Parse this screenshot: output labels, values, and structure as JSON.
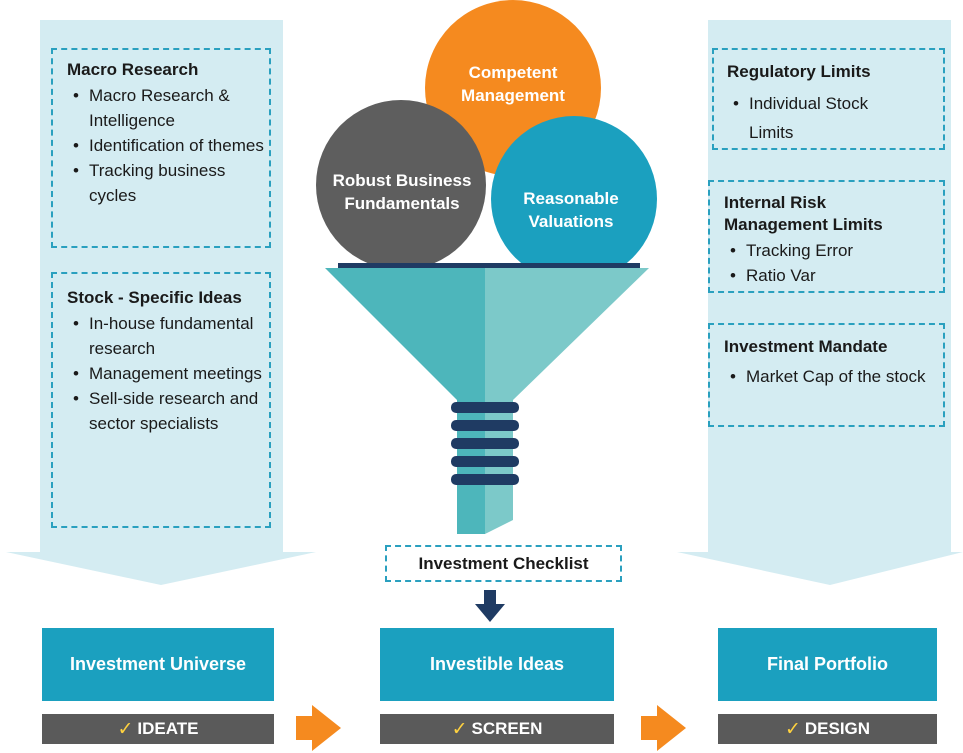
{
  "left_column": {
    "macro": {
      "title": "Macro Research",
      "items": [
        "Macro Research & Intelligence",
        "Identification of themes",
        "Tracking business cycles"
      ]
    },
    "stock": {
      "title": "Stock - Specific Ideas",
      "items": [
        "In-house fundamental research",
        "Management meetings",
        "Sell-side research and  sector specialists"
      ]
    }
  },
  "funnel": {
    "circles": {
      "competent": "Competent Management",
      "robust": "Robust Business Fundamentals",
      "reasonable": "Reasonable Valuations"
    },
    "checklist": "Investment Checklist"
  },
  "right_column": {
    "regulatory": {
      "title": "Regulatory Limits",
      "items": [
        "Individual Stock Limits"
      ]
    },
    "risk": {
      "title": "Internal Risk Management Limits",
      "items": [
        "Tracking Error",
        "Ratio Var"
      ]
    },
    "mandate": {
      "title": "Investment Mandate",
      "items": [
        "Market Cap of the stock"
      ]
    }
  },
  "stages": [
    {
      "box": "Investment Universe",
      "step": "IDEATE"
    },
    {
      "box": "Investible Ideas",
      "step": "SCREEN"
    },
    {
      "box": "Final Portfolio",
      "step": "DESIGN"
    }
  ],
  "colors": {
    "light_panel": "#d4ecf2",
    "teal": "#1ba0bf",
    "orange": "#f58a1f",
    "dark_gray": "#5e5e5e",
    "navy": "#1f3b63",
    "check": "#ffd23f"
  }
}
